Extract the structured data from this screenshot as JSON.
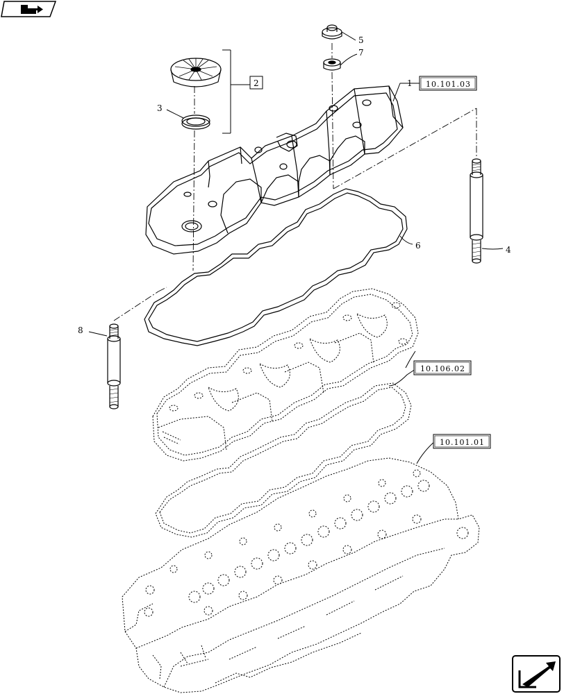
{
  "callouts": [
    {
      "id": "c1",
      "label": "1"
    },
    {
      "id": "c2",
      "label": "2"
    },
    {
      "id": "c3",
      "label": "3"
    },
    {
      "id": "c4",
      "label": "4"
    },
    {
      "id": "c5",
      "label": "5"
    },
    {
      "id": "c6",
      "label": "6"
    },
    {
      "id": "c7",
      "label": "7"
    },
    {
      "id": "c8",
      "label": "8"
    }
  ],
  "references": [
    {
      "id": "r1",
      "label": "10.101.03"
    },
    {
      "id": "r2",
      "label": "10.106.02"
    },
    {
      "id": "r3",
      "label": "10.101.01"
    }
  ],
  "icons": {
    "top_left": "previous-page-icon",
    "bottom_right": "next-page-icon"
  }
}
